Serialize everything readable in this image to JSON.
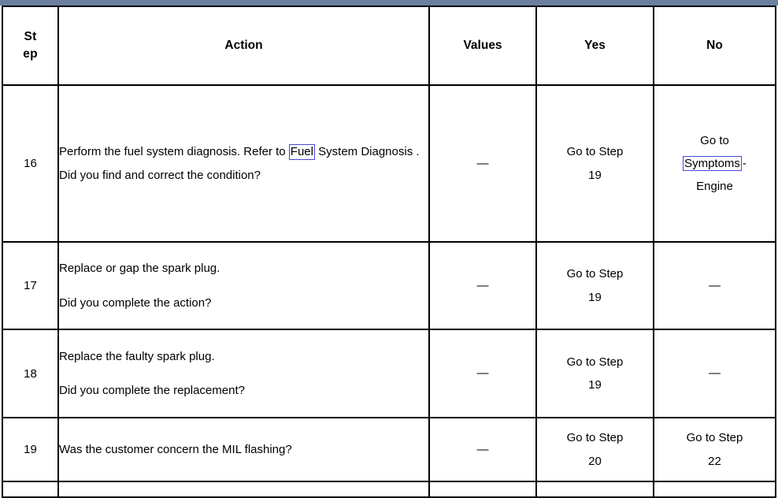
{
  "window": {
    "chrome_strip_color": "#6b7f9e"
  },
  "table": {
    "columns": [
      {
        "key": "step",
        "label": "Step",
        "label_wrapped_line1": "St",
        "label_wrapped_line2": "ep"
      },
      {
        "key": "action",
        "label": "Action"
      },
      {
        "key": "values",
        "label": "Values"
      },
      {
        "key": "yes",
        "label": "Yes"
      },
      {
        "key": "no",
        "label": "No"
      }
    ],
    "link_box_color": "#4a4ad8",
    "em_dash": "—",
    "rows": [
      {
        "step": "16",
        "action_pre_link": "Perform the fuel system diagnosis. Refer to ",
        "action_link": "Fuel",
        "action_post_link": "System Diagnosis . Did you find and correct the condition?",
        "values": "—",
        "yes_line1": "Go to Step",
        "yes_line2": "19",
        "no_line1": "Go to",
        "no_link": "Symptoms",
        "no_link_trail": "-",
        "no_line3": "Engine"
      },
      {
        "step": "17",
        "action_line1": "Replace or gap the spark plug.",
        "action_line2": "Did you complete the action?",
        "values": "—",
        "yes_line1": "Go to Step",
        "yes_line2": "19",
        "no": "—"
      },
      {
        "step": "18",
        "action_line1": "Replace the faulty spark plug.",
        "action_line2": "Did you complete the replacement?",
        "values": "—",
        "yes_line1": "Go to Step",
        "yes_line2": "19",
        "no": "—"
      },
      {
        "step": "19",
        "action_line1": "Was the customer concern the MIL flashing?",
        "values": "—",
        "yes_line1": "Go to Step",
        "yes_line2": "20",
        "no_line1": "Go to Step",
        "no_line2": "22"
      }
    ]
  }
}
